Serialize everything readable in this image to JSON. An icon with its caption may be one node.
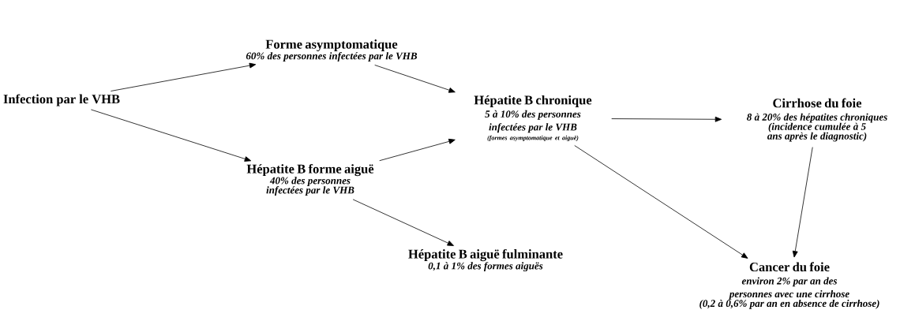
{
  "diagram": {
    "nodes": [
      {
        "text": [
          "Infection par le VHB"
        ]
      },
      {
        "text": [
          "Forme asymptomatique",
          "60% des personnes infectées par le VHB"
        ]
      },
      {
        "text": [
          "Hépatite B forme aiguë",
          "40% des personnes infectées par le VHB"
        ]
      },
      {
        "text": [
          "Hépatite B chronique",
          "5 à 10% des personnes infectées par le VHB",
          "(formes asymptomatique et aiguë)"
        ]
      },
      {
        "text": [
          "Cirrhose du foie",
          "8 à 20% des hépatites chroniques",
          "(incidence cumulée à 5 ans après le diagnostic)"
        ]
      },
      {
        "text": [
          "Hépatite B aiguë fulminante",
          "0,1 à 1% des formes aiguës"
        ]
      },
      {
        "text": [
          "Cancer du foie",
          "environ 2% par an des personnes avec une cirrhose",
          "(0,2 à 0,6% par an en absence de cirrhose)"
        ]
      }
    ],
    "edges": [
      {
        "from": 0,
        "to": 1,
        "arrow": "to"
      },
      {
        "from": 0,
        "to": 2,
        "arrow": "to"
      },
      {
        "from": 1,
        "to": 3,
        "arrow": "to"
      },
      {
        "from": 2,
        "to": 3,
        "arrow": "to"
      },
      {
        "from": 2,
        "to": 5,
        "arrow": "to"
      },
      {
        "from": 3,
        "to": 4,
        "arrow": "to"
      },
      {
        "from": 3,
        "to": 6,
        "arrow": "to"
      },
      {
        "from": 4,
        "to": 6,
        "arrow": "to"
      }
    ]
  }
}
